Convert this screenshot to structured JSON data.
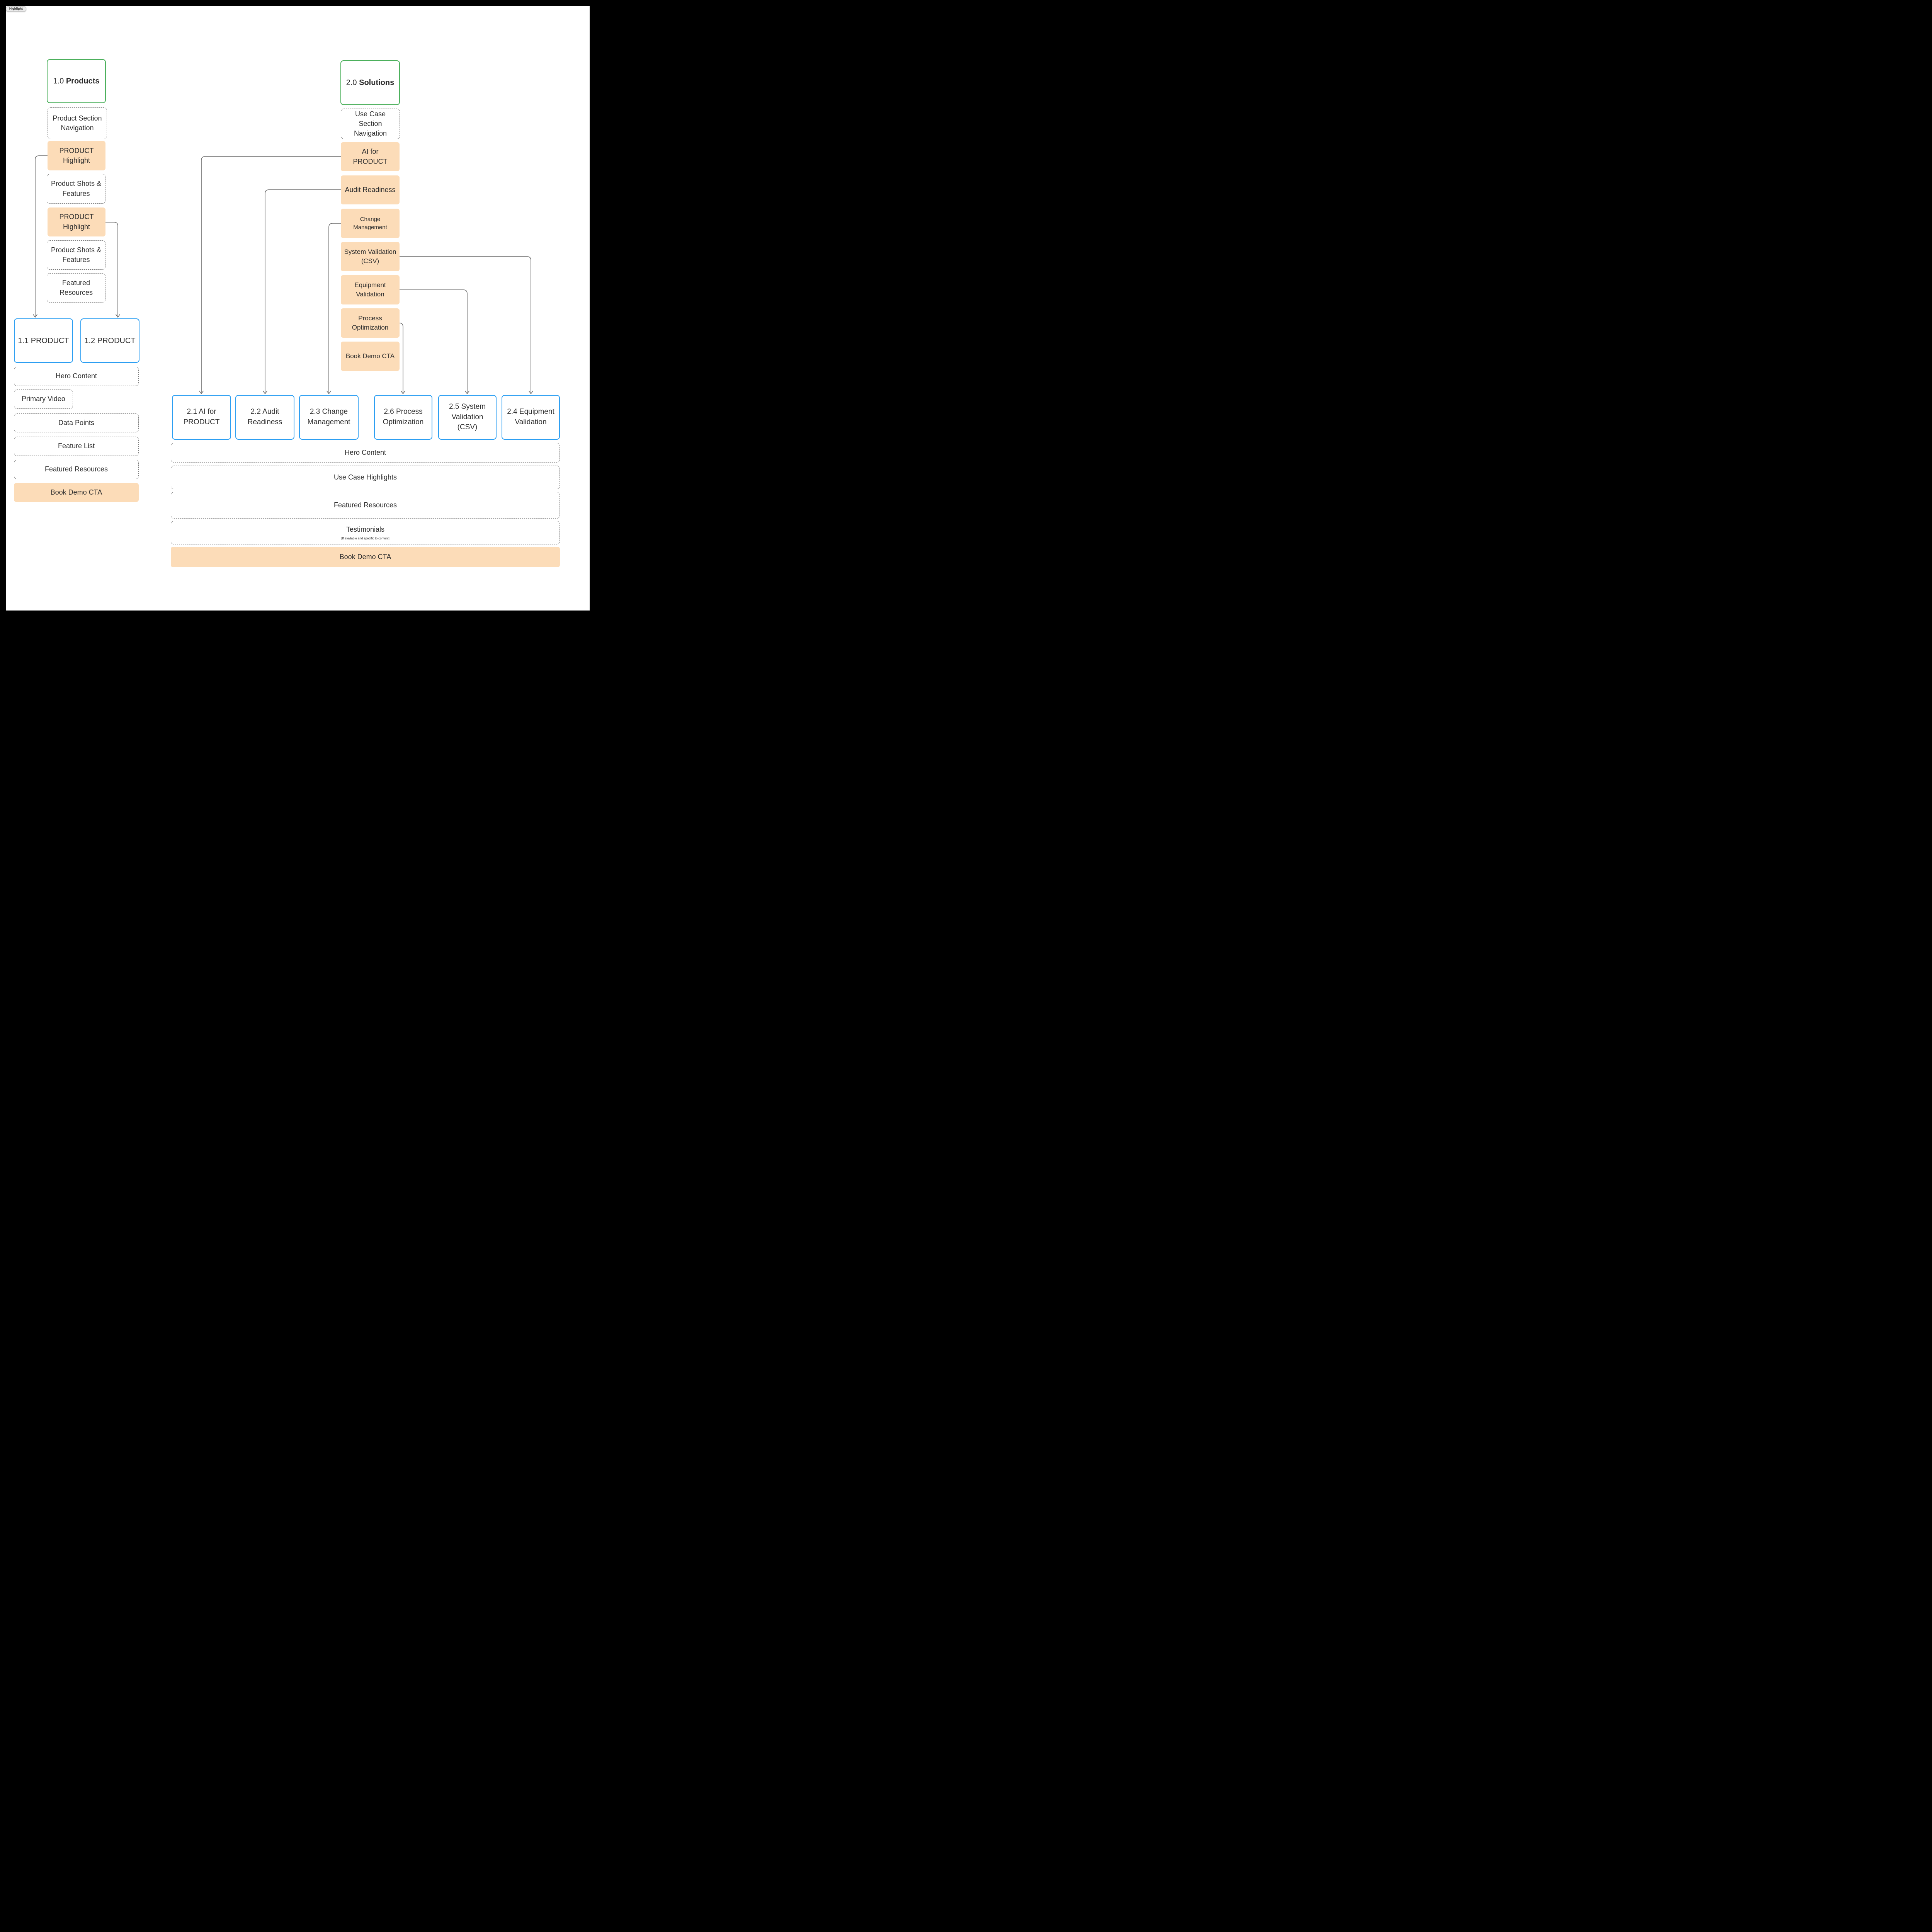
{
  "badge": {
    "label": "Highlight"
  },
  "colors": {
    "root_border": "#4cb05c",
    "page_border": "#2d9ff2",
    "highlight_fill": "#fcdcb8",
    "connector": "#6e6e6e",
    "dashed_border": "#757575"
  },
  "products": {
    "root_number": "1.0",
    "root_title": "Products",
    "section_nav": "Product Section Navigation",
    "highlight_1": "PRODUCT Highlight",
    "shots_1": "Product Shots & Features",
    "highlight_2": "PRODUCT Highlight",
    "shots_2": "Product Shots & Features",
    "featured_resources_nav": "Featured Resources",
    "page_1": "1.1 PRODUCT",
    "page_2": "1.2 PRODUCT",
    "hero": "Hero Content",
    "primary_video": "Primary Video",
    "data_points": "Data Points",
    "feature_list": "Feature List",
    "featured_resources": "Featured Resources",
    "book_demo_cta": "Book Demo CTA"
  },
  "solutions": {
    "root_number": "2.0",
    "root_title": "Solutions",
    "section_nav": "Use Case Section Navigation",
    "nav_ai": "AI for PRODUCT",
    "nav_audit": "Audit Readiness",
    "nav_change": "Change Management",
    "nav_system_validation": "System Validation (CSV)",
    "nav_equipment_validation": "Equipment Validation",
    "nav_process_optimization": "Process Optimization",
    "nav_book_demo_cta": "Book Demo CTA",
    "page_ai": "2.1 AI for PRODUCT",
    "page_audit": "2.2 Audit Readiness",
    "page_change": "2.3 Change Management",
    "page_process": "2.6 Process Optimization",
    "page_system": "2.5 System Validation (CSV)",
    "page_equipment": "2.4 Equipment Validation",
    "hero": "Hero Content",
    "use_case_highlights": "Use Case Highlights",
    "featured_resources": "Featured Resources",
    "testimonials": "Testimonials",
    "testimonials_note": "[If available and specific to content]",
    "book_demo_cta": "Book Demo CTA"
  },
  "edges": [
    {
      "from": "PRODUCT Highlight (1)",
      "to": "1.1 PRODUCT"
    },
    {
      "from": "PRODUCT Highlight (2)",
      "to": "1.2 PRODUCT"
    },
    {
      "from": "AI for PRODUCT",
      "to": "2.1 AI for PRODUCT"
    },
    {
      "from": "Audit Readiness",
      "to": "2.2 Audit Readiness"
    },
    {
      "from": "Change Management",
      "to": "2.3 Change Management"
    },
    {
      "from": "System Validation (CSV)",
      "to": "2.4 Equipment Validation"
    },
    {
      "from": "Equipment Validation",
      "to": "2.5 System Validation (CSV)"
    },
    {
      "from": "Process Optimization",
      "to": "2.6 Process Optimization"
    }
  ]
}
